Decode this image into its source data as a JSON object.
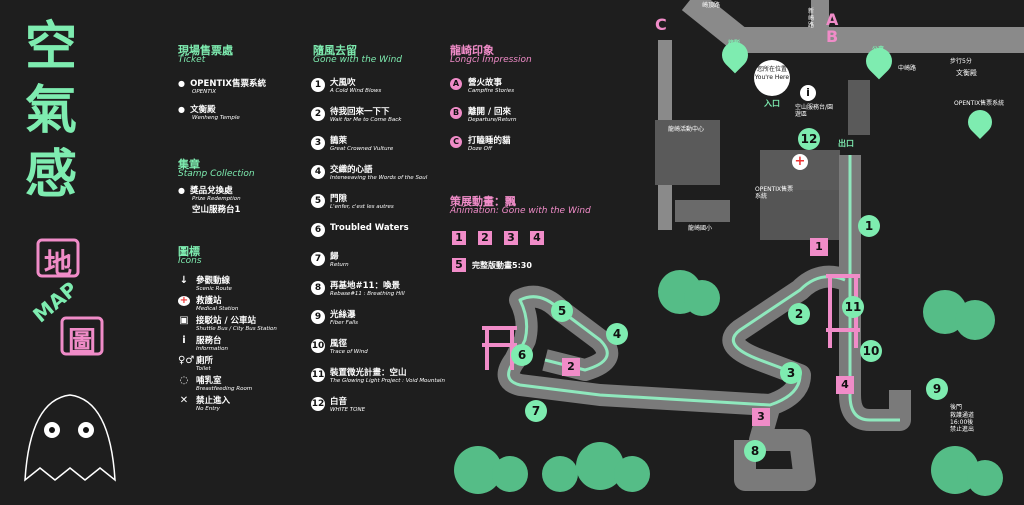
{
  "brand": {
    "title_glyphs": [
      "空",
      "氣",
      "感"
    ],
    "map_glyphs": [
      "地",
      "圖"
    ],
    "map_en": "MAP"
  },
  "ticket": {
    "title": "現場售票處",
    "subtitle": "Ticket",
    "items": [
      {
        "zh": "OPENTIX售票系統",
        "en": "OPENTIX"
      },
      {
        "zh": "文衡殿",
        "en": "Wenheng Temple"
      }
    ]
  },
  "stamp": {
    "title": "集章",
    "subtitle": "Stamp Collection",
    "items": [
      {
        "zh": "獎品兌換處",
        "en": "Prize Redemption"
      },
      {
        "zh": "空山服務台1",
        "en": ""
      }
    ]
  },
  "icons": {
    "title": "圖標",
    "subtitle": "Icons",
    "items": [
      {
        "icon": "arrow-down-icon",
        "glyph": "↓",
        "zh": "參觀動線",
        "en": "Scenic Route"
      },
      {
        "icon": "medical-icon",
        "glyph": "+",
        "zh": "救護站",
        "en": "Medical Station"
      },
      {
        "icon": "bus-icon",
        "glyph": "▣",
        "zh": "接駁站 / 公車站",
        "en": "Shuttle Bus / City Bus Station"
      },
      {
        "icon": "info-icon",
        "glyph": "i",
        "zh": "服務台",
        "en": "Information"
      },
      {
        "icon": "toilet-icon",
        "glyph": "♀♂",
        "zh": "廁所",
        "en": "Toilet"
      },
      {
        "icon": "nursing-icon",
        "glyph": "◌",
        "zh": "哺乳室",
        "en": "Breastfeeding Room"
      },
      {
        "icon": "no-entry-icon",
        "glyph": "✕",
        "zh": "禁止進入",
        "en": "No Entry"
      }
    ]
  },
  "wind": {
    "title": "隨風去留",
    "subtitle": "Gone with the Wind",
    "items": [
      {
        "n": "1",
        "zh": "大風吹",
        "en": "A Cold Wind Blows"
      },
      {
        "n": "2",
        "zh": "待我回來一下下",
        "en": "Wait for Me to Come Back"
      },
      {
        "n": "3",
        "zh": "鵲萊",
        "en": "Great Crowned Vulture"
      },
      {
        "n": "4",
        "zh": "交織的心語",
        "en": "Interweaving the Words of the Soul"
      },
      {
        "n": "5",
        "zh": "門隙",
        "en": "L'enfer, c'est les autres"
      },
      {
        "n": "6",
        "zh": "Troubled Waters",
        "en": ""
      },
      {
        "n": "7",
        "zh": "歸",
        "en": "Return"
      },
      {
        "n": "8",
        "zh": "再基地#11：喚景",
        "en": "Rebase#11 : Breathing Hill"
      },
      {
        "n": "9",
        "zh": "光絲瀑",
        "en": "Fiber Falls"
      },
      {
        "n": "10",
        "zh": "風徑",
        "en": "Trace of Wind"
      },
      {
        "n": "11",
        "zh": "裝置微光計畫：空山",
        "en": "The Glowing Light Project : Void Mountain"
      },
      {
        "n": "12",
        "zh": "白音",
        "en": "WHITE TONE"
      }
    ]
  },
  "longci": {
    "title": "龍崎印象",
    "subtitle": "Longci Impression",
    "items": [
      {
        "n": "A",
        "zh": "營火故事",
        "en": "Campfire Stories"
      },
      {
        "n": "B",
        "zh": "離開 / 回來",
        "en": "Departure/Return"
      },
      {
        "n": "C",
        "zh": "打瞌睡的貓",
        "en": "Doze Off"
      }
    ]
  },
  "anim": {
    "title": "策展動畫：飄",
    "subtitle": "Animation: Gone with the Wind",
    "boxes": [
      "1",
      "2",
      "3",
      "4"
    ],
    "full_box": "5",
    "full_label": "完整版動畫5:30"
  },
  "map": {
    "letters": {
      "A": "A",
      "B": "B",
      "C": "C"
    },
    "you_are_here": {
      "zh": "您所在位置",
      "en": "You're Here"
    },
    "labels": {
      "shuttle": "接駁",
      "bus": "公車",
      "entrance": "入口",
      "exit": "出口",
      "opentix": "OPENTIX售票系統",
      "service": "空山服務台/園遊區",
      "wenheng": "文衡殿",
      "wenheng_opentix": "OPENTIX售票系統",
      "no_entry_note": "救護通道 16:00後 禁止進出",
      "rear_gate": "後門",
      "walk": "步行5分",
      "bus_a": "龍崎文衡殿",
      "school": "龍崎國小",
      "camp": "龍崎活動中心",
      "road1": "崎頂路",
      "road2": "新崎路",
      "road3": "中崎路"
    },
    "pink_boxes": [
      "1",
      "2",
      "3",
      "4"
    ],
    "stops": [
      "1",
      "2",
      "3",
      "4",
      "5",
      "6",
      "7",
      "8",
      "9",
      "10",
      "11",
      "12"
    ]
  },
  "colors": {
    "accent_green": "#7eecb0",
    "accent_pink": "#f08cc8",
    "path": "#808080",
    "bg": "#1e1e1e"
  }
}
